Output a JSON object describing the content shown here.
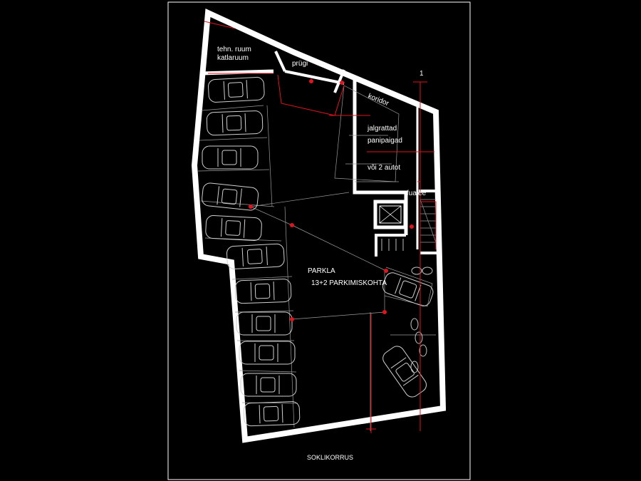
{
  "colors": {
    "background": "#000000",
    "sheet_border": "#ffffff",
    "wall": "#ffffff",
    "cad_lines": "#9a9a9a",
    "accent_red": "#e0141e",
    "text": "#ffffff"
  },
  "rooms": {
    "tech_room": {
      "line1": "tehn. ruum",
      "line2": "katlaruum"
    },
    "trash": "prügi",
    "corridor": "koridor",
    "bicycles": {
      "line1": "jalgrattad",
      "line2": "panipaigad",
      "line3": "või 2 autot"
    },
    "lobby": "fuajee",
    "parking": {
      "line1": "PARKLA",
      "line2": "13+2 PARKIMISKOHTA"
    }
  },
  "sheet": {
    "floor_title": "SOKLIKORRUS"
  },
  "section_marker": "1",
  "parking_spaces_shown": 13
}
